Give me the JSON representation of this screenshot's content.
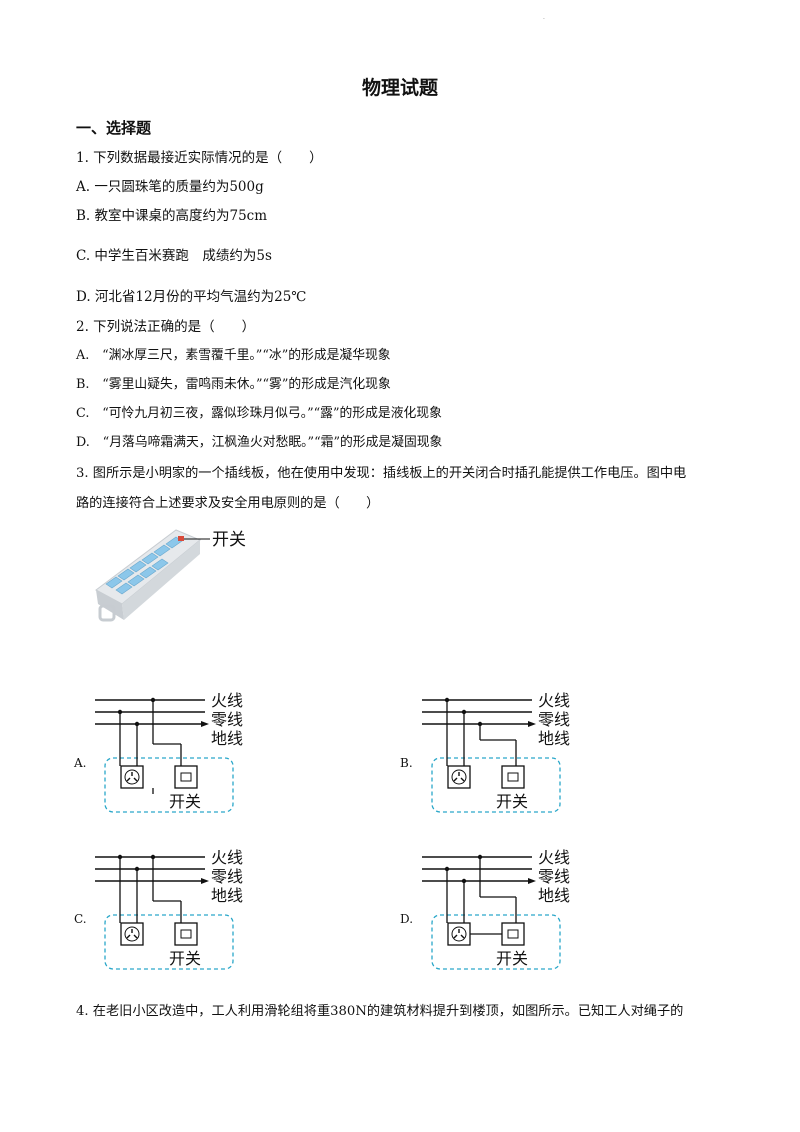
{
  "page": {
    "corner_mark": "·",
    "title": "物理试题",
    "section": "一、选择题"
  },
  "q1": {
    "stem": "1. 下列数据最接近实际情况的是（　　）",
    "A": "A. 一只圆珠笔的质量约为500g",
    "B": "B. 教室中课桌的高度约为75cm",
    "C": "C. 中学生百米赛跑　成绩约为5s",
    "D": "D. 河北省12月份的平均气温约为25℃"
  },
  "q2": {
    "stem": "2. 下列说法正确的是（　　）",
    "A": "A.　“渊冰厚三尺，素雪覆千里。”“冰”的形成是凝华现象",
    "B": "B.　“雾里山疑失，雷鸣雨未休。”“雾”的形成是汽化现象",
    "C": "C.　“可怜九月初三夜，露似珍珠月似弓。”“露”的形成是液化现象",
    "D": "D.　“月落乌啼霜满天，江枫渔火对愁眠。”“霜”的形成是凝固现象"
  },
  "q3": {
    "line1": "3. 图所示是小明家的一个插线板，他在使用中发现：插线板上的开关闭合时插孔能提供工作电压。图中电",
    "line2": "路的连接符合上述要求及安全用电原则的是（　　）",
    "photo_switch_label": "开关",
    "wire_live": "火线",
    "wire_neutral": "零线",
    "wire_ground": "地线",
    "switch_label": "开关",
    "option_labels": [
      "A.",
      "B.",
      "C.",
      "D."
    ]
  },
  "q4": {
    "line1": "4. 在老旧小区改造中，工人利用滑轮组将重380N的建筑材料提升到楼顶，如图所示。已知工人对绳子的"
  },
  "colors": {
    "dashed_box": "#2aa7c9",
    "socket_blue": "#8cc7ea",
    "ink": "#111111"
  }
}
